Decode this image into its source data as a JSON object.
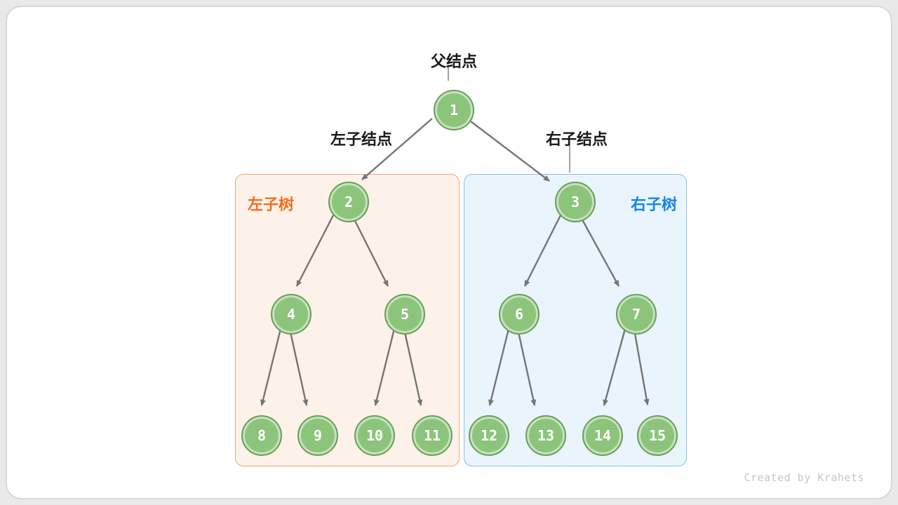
{
  "labels": {
    "parent_node": "父结点",
    "left_child_node": "左子结点",
    "right_child_node": "右子结点",
    "left_subtree": "左子树",
    "right_subtree": "右子树"
  },
  "tree": {
    "node_values": [
      "1",
      "2",
      "3",
      "4",
      "5",
      "6",
      "7",
      "8",
      "9",
      "10",
      "11",
      "12",
      "13",
      "14",
      "15"
    ],
    "edges": [
      [
        1,
        2
      ],
      [
        1,
        3
      ],
      [
        2,
        4
      ],
      [
        2,
        5
      ],
      [
        3,
        6
      ],
      [
        3,
        7
      ],
      [
        4,
        8
      ],
      [
        4,
        9
      ],
      [
        5,
        10
      ],
      [
        5,
        11
      ],
      [
        6,
        12
      ],
      [
        6,
        13
      ],
      [
        7,
        14
      ],
      [
        7,
        15
      ]
    ],
    "left_subtree_nodes": [
      "2",
      "4",
      "5",
      "8",
      "9",
      "10",
      "11"
    ],
    "right_subtree_nodes": [
      "3",
      "6",
      "7",
      "12",
      "13",
      "14",
      "15"
    ]
  },
  "colors": {
    "node_fill": "#8cc47c",
    "node_border": "#6b9f5a",
    "edge": "#757575",
    "left_subtree_accent": "#f46d20",
    "left_subtree_fill": "#fdf2e9",
    "left_subtree_border": "#f2a477",
    "right_subtree_accent": "#1386e8",
    "right_subtree_fill": "#eaf4fc",
    "right_subtree_border": "#85c2e8"
  },
  "watermark": "Created by Krahets"
}
